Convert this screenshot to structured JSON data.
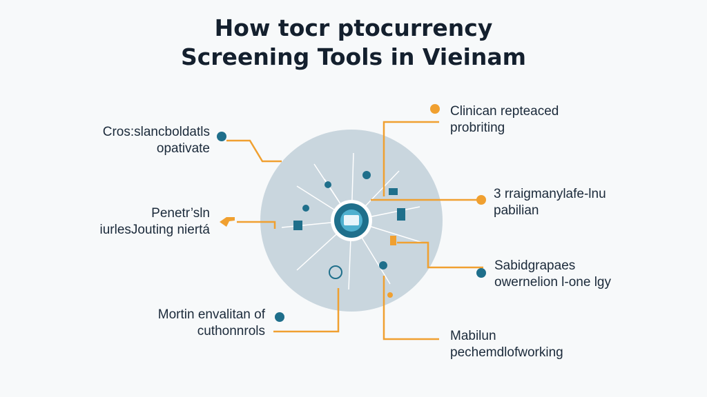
{
  "title": {
    "line1": "How tocr ptocurrency",
    "line2": "Screening Tools in Vieinam"
  },
  "labels": {
    "left_top": [
      "Cros:slancboldatls",
      "opativate"
    ],
    "left_mid": [
      "Penetr’sln",
      "iurlesJouting niertá"
    ],
    "left_bottom": [
      "Mortin envalitan of",
      "cuthonnrols"
    ],
    "right_top": [
      "Clinican repteaced",
      "probriting"
    ],
    "right_mid_top": [
      "3 rraigmanylafe-lnu",
      "pabilian"
    ],
    "right_mid_bottom": [
      "Sabidgrapaes",
      "owernelion l-one lgy"
    ],
    "right_bottom": [
      "Mabilun",
      "pechemdlofworking"
    ]
  },
  "colors": {
    "accent_orange": "#f0a030",
    "teal": "#1f6f8b",
    "circle": "#c9d6de",
    "text": "#1b2a3a"
  },
  "icons": [
    "network-hub-icon",
    "document-icon",
    "book-icon",
    "building-icon",
    "clock-icon",
    "hand-icon",
    "cloud-icon",
    "chart-icon",
    "person-icon",
    "lock-icon"
  ]
}
